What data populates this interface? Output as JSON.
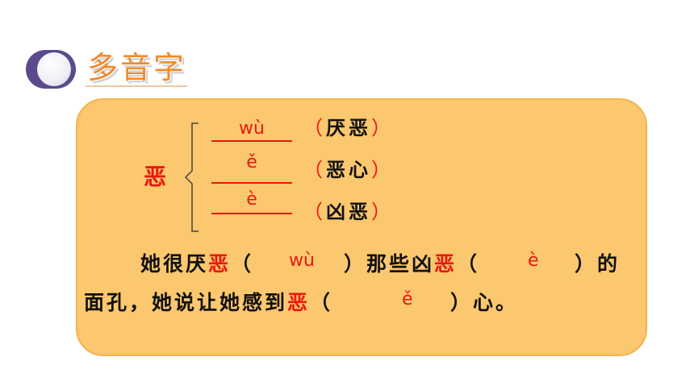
{
  "title": "多音字",
  "character": "恶",
  "readings": [
    {
      "pinyin": "wù",
      "open": "（",
      "word": "厌恶",
      "close": "）"
    },
    {
      "pinyin": "ě",
      "open": "（",
      "word": "恶心",
      "close": "）"
    },
    {
      "pinyin": "è",
      "open": "（",
      "word": "凶恶",
      "close": "）"
    }
  ],
  "sentence": {
    "line1": {
      "a": "她很厌",
      "hl1": "恶",
      "b": "（",
      "c": "）那些凶",
      "hl2": "恶",
      "d": "（",
      "e": "）的"
    },
    "line2": {
      "a": "面孔，她说让她感到",
      "hl": "恶",
      "b": "（",
      "c": "）心。"
    },
    "answers": [
      "wù",
      "è",
      "ě"
    ]
  },
  "colors": {
    "accent": "#e8190f",
    "title": "#f08a2c",
    "panel_fill": "#fbc76f",
    "panel_border": "#f3b24a",
    "badge": "#5a4a8c"
  }
}
